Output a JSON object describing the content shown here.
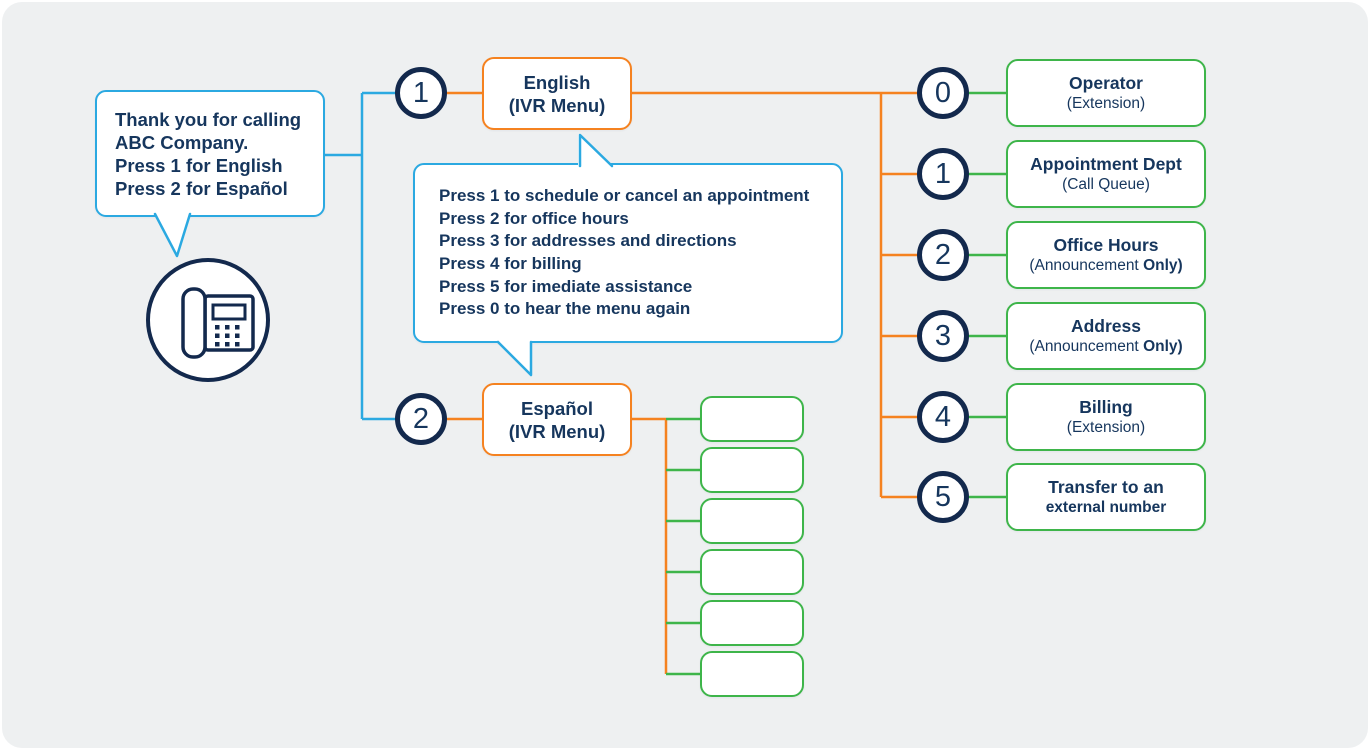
{
  "colors": {
    "navy": "#16365d",
    "circle_border_navy": "#13294d",
    "blue": "#2ba9e1",
    "orange": "#f58220",
    "green": "#3eb54a",
    "panel_bg": "#eef0f1"
  },
  "icons": {
    "caller": "desk-phone-icon"
  },
  "greeting_bubble": {
    "lines": [
      "Thank you for calling",
      "ABC Company.",
      "Press 1 for English",
      "Press 2 for Español"
    ]
  },
  "language_branches": [
    {
      "key": "1",
      "title": "English",
      "subtitle": "(IVR Menu)"
    },
    {
      "key": "2",
      "title": "Español",
      "subtitle": "(IVR Menu)"
    }
  ],
  "menu_bubble": {
    "lines": [
      "Press 1 to schedule or cancel an appointment",
      "Press 2 for office hours",
      "Press 3 for addresses and directions",
      "Press 4 for billing",
      "Press 5 for imediate assistance",
      "Press 0 to hear the menu again"
    ]
  },
  "destinations": [
    {
      "key": "0",
      "title": "Operator",
      "subtitle": "(Extension)",
      "subtitle_bold": ""
    },
    {
      "key": "1",
      "title": "Appointment Dept",
      "subtitle": "(Call Queue)",
      "subtitle_bold": ""
    },
    {
      "key": "2",
      "title": "Office Hours",
      "subtitle": "(Announcement ",
      "subtitle_bold": "Only)"
    },
    {
      "key": "3",
      "title": "Address",
      "subtitle": "(Announcement ",
      "subtitle_bold": "Only)"
    },
    {
      "key": "4",
      "title": "Billing",
      "subtitle": "(Extension)",
      "subtitle_bold": ""
    },
    {
      "key": "5",
      "title": "Transfer to an",
      "subtitle": "",
      "subtitle_bold": "external number"
    }
  ],
  "spanish_submenu": {
    "placeholder_count": 6
  }
}
